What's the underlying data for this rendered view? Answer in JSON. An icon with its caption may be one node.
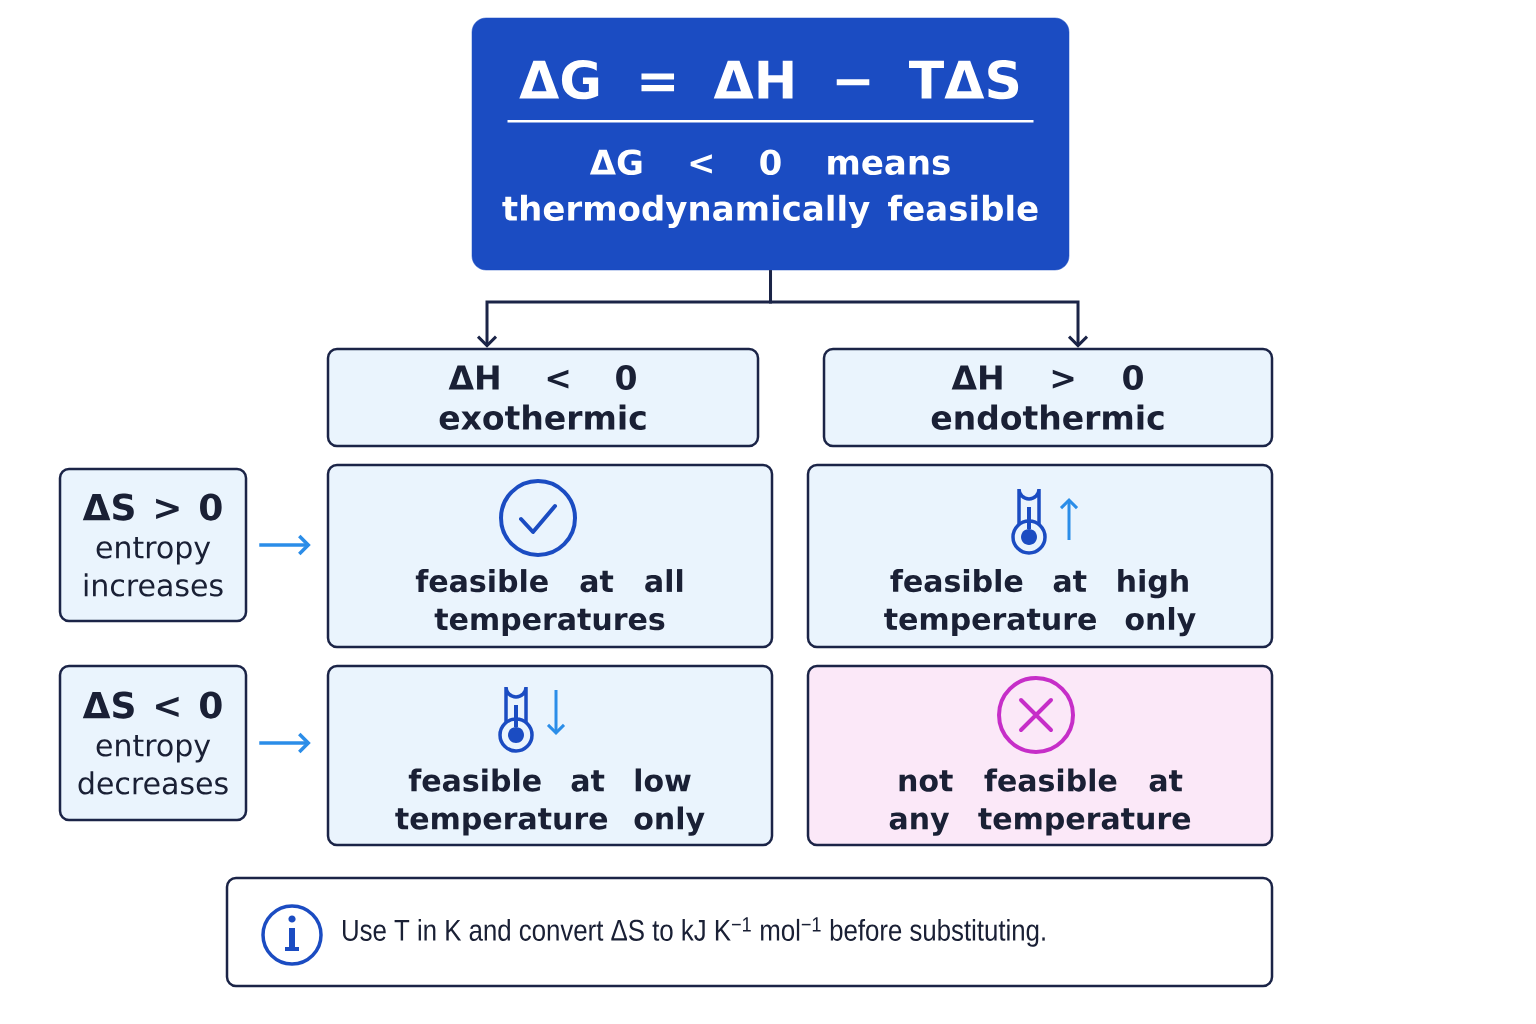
{
  "diagram": {
    "nodes": [
      {
        "text": [
          "ΔG = ΔH − TΔS",
          "ΔG < 0 means thermodynamically feasible"
        ]
      },
      {
        "text": [
          "ΔH < 0",
          "exothermic"
        ]
      },
      {
        "text": [
          "ΔH > 0",
          "endothermic"
        ]
      },
      {
        "text": [
          "ΔS > 0",
          "entropy increases"
        ]
      },
      {
        "text": [
          "feasible at all temperatures"
        ]
      },
      {
        "text": [
          "feasible at high temperature only"
        ]
      },
      {
        "text": [
          "ΔS < 0",
          "entropy decreases"
        ]
      },
      {
        "text": [
          "feasible at low temperature only"
        ]
      },
      {
        "text": [
          "not feasible at any temperature"
        ]
      },
      {
        "text": [
          "Use T in K and convert ΔS to kJ K$^{−1}$ mol$^{−1}$ before substituting."
        ]
      }
    ],
    "edges": [
      {
        "from": 0,
        "to": 1,
        "arrow": "to",
        "color": "#1b2447"
      },
      {
        "from": 0,
        "to": 2,
        "arrow": "to",
        "color": "#1b2447"
      },
      {
        "from": 3,
        "to": 4,
        "arrow": "to",
        "color": "#2b8de8"
      },
      {
        "from": 6,
        "to": 7,
        "arrow": "to",
        "color": "#2b8de8"
      }
    ]
  }
}
